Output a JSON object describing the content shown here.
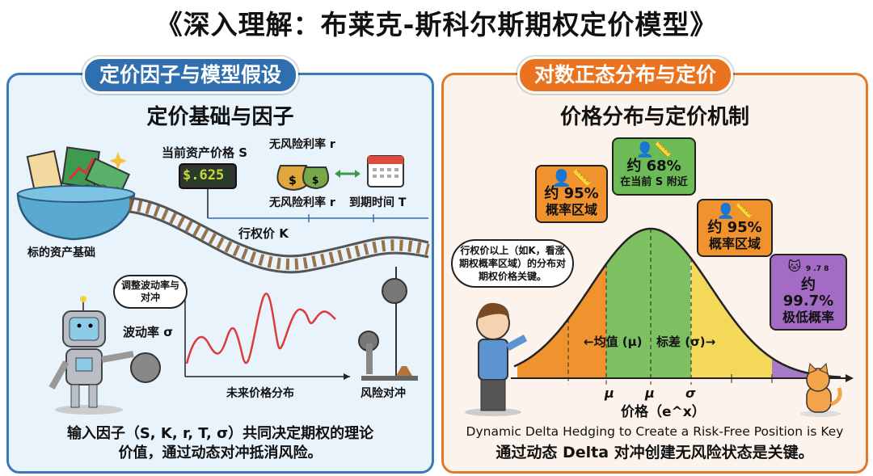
{
  "title": "《深入理解：布莱克-斯科尔斯期权定价模型》",
  "left": {
    "pill": "定价因子与模型假设",
    "subtitle": "定价基础与因子",
    "underlying_label": "标的资产基础",
    "spot_label": "当前资产价格 S",
    "spot_display": "$.625",
    "rate_label_top": "无风险利率 r",
    "rate_label_bottom": "无风险利率 r",
    "expiry_label": "到期时间 T",
    "strike_label": "行权价 K",
    "robot_bubble": "调整波动率与对冲",
    "vol_label": "波动率 σ",
    "future_dist_label": "未来价格分布",
    "hedge_label": "风险对冲",
    "caption_line1": "输入因子（S, K, r, T, σ）共同决定期权的理论",
    "caption_line2": "价值，通过动态对冲抵消风险。"
  },
  "right": {
    "pill": "对数正态分布与定价",
    "subtitle": "价格分布与定价机制",
    "callout_left": {
      "pct": "约 95%",
      "text": "概率区域",
      "color": "#f0922e"
    },
    "callout_center": {
      "pct": "约 68%",
      "text": "在当前 S 附近",
      "color": "#6dbb57"
    },
    "callout_right": {
      "pct": "约 95%",
      "text": "概率区域",
      "color": "#f0922e"
    },
    "callout_tail": {
      "pct": "约 99.7%",
      "text": "极低概率",
      "digits": "9 .7 8",
      "color": "#a46bc4"
    },
    "person_bubble": "行权价以上（如K，看涨期权概率区域）的分布对期权价格关键。",
    "mean_label": "←均值 (μ)",
    "std_label": "标差 (σ)→",
    "ticks": [
      "μ",
      "μ",
      "σ"
    ],
    "xlabel": "价格（e^x）",
    "caption_en": "Dynamic Delta Hedging to Create a Risk-Free Position is Key",
    "caption_zh": "通过动态 Delta 对冲创建无风险状态是关键。",
    "band_colors": {
      "orange": "#f0922e",
      "green": "#7cc062",
      "yellow": "#f4d85a",
      "purple": "#a77bc8"
    }
  }
}
